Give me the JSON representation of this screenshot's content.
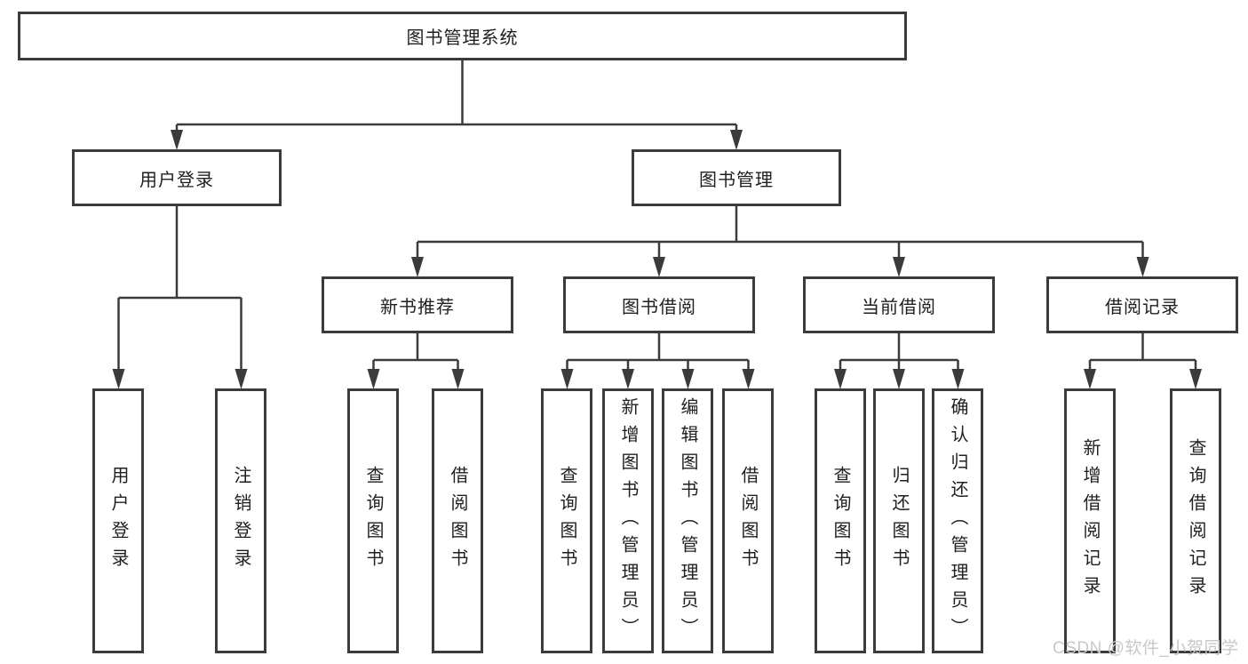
{
  "title": "图书管理系统",
  "level2": {
    "left": "用户登录",
    "right": "图书管理"
  },
  "login_children": [
    "用户登录",
    "注销登录"
  ],
  "level3": [
    {
      "label": "新书推荐",
      "children": [
        "查询图书",
        "借阅图书"
      ]
    },
    {
      "label": "图书借阅",
      "children": [
        "查询图书",
        "新增图书（管理员）",
        "编辑图书（管理员）",
        "借阅图书"
      ]
    },
    {
      "label": "当前借阅",
      "children": [
        "查询图书",
        "归还图书",
        "确认归还（管理员）"
      ]
    },
    {
      "label": "借阅记录",
      "children": [
        "新增借阅记录",
        "查询借阅记录"
      ]
    }
  ],
  "watermark": "CSDN @软件_小贺同学",
  "colors": {
    "line": "#3b3b3b",
    "text": "#1f1f1f",
    "watermark": "#c8c8c8",
    "background": "#ffffff"
  }
}
